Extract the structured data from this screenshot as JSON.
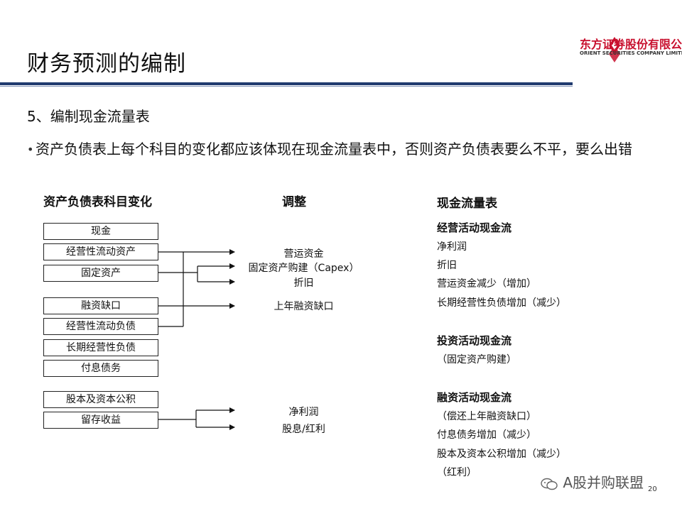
{
  "header": {
    "title": "财务预测的编制",
    "logo_cn": "东方证券股份有限公司",
    "logo_en": "ORIENT SECURITIES COMPANY LIMITED"
  },
  "section": {
    "heading": "5、编制现金流量表",
    "bullet": "资产负债表上每个科目的变化都应该体现在现金流量表中，否则资产负债表要么不平，要么出错"
  },
  "columns": {
    "left": "资产负债表科目变化",
    "middle": "调整",
    "right": "现金流量表"
  },
  "boxes": [
    "现金",
    "经营性流动资产",
    "固定资产",
    "融资缺口",
    "经营性流动负债",
    "长期经营性负债",
    "付息债务",
    "股本及资本公积",
    "留存收益"
  ],
  "adjustments": [
    "营运资金",
    "固定资产购建（Capex）",
    "折旧",
    "上年融资缺口",
    "净利润",
    "股息/红利"
  ],
  "cashflow": {
    "operating": {
      "title": "经营活动现金流",
      "items": [
        "净利润",
        "折旧",
        "营运资金减少（增加）",
        "长期经营性负债增加（减少）"
      ]
    },
    "investing": {
      "title": "投资活动现金流",
      "items": [
        "（固定资产购建）"
      ]
    },
    "financing": {
      "title": "融资活动现金流",
      "items": [
        "（偿还上年融资缺口）",
        "付息债务增加（减少）",
        "股本及资本公积增加（减少）",
        "（红利）"
      ]
    }
  },
  "footer": {
    "watermark": "A股并购联盟",
    "page": "20"
  },
  "colors": {
    "rule": "#1f3a6e",
    "logo_red": "#c8102e"
  }
}
